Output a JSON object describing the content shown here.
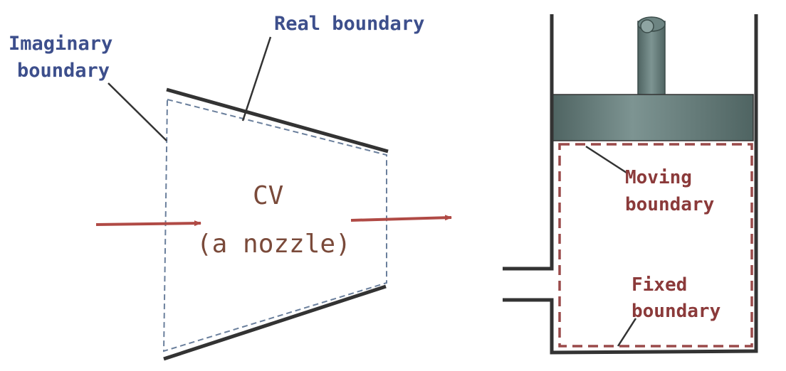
{
  "nozzle": {
    "label_imaginary_line1": "Imaginary",
    "label_imaginary_line2": "boundary",
    "label_real": "Real boundary",
    "cv_line1": "CV",
    "cv_line2": "(a nozzle)"
  },
  "piston_cylinder": {
    "label_moving_line1": "Moving",
    "label_moving_line2": "boundary",
    "label_fixed_line1": "Fixed",
    "label_fixed_line2": "boundary"
  },
  "colors": {
    "label_blue": "#3d4f8c",
    "label_red": "#8b3a3a",
    "cv_text": "#7a4a3a",
    "solid_wall": "#333333",
    "dashed_blue": "#6a7f9c",
    "dashed_red": "#9a4a4a",
    "arrow": "#b04a45",
    "piston_fill": "#5e7573"
  }
}
